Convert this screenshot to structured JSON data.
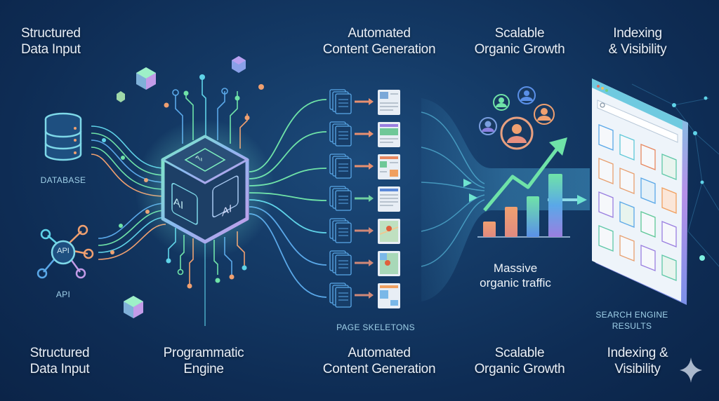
{
  "top_titles": [
    {
      "line1": "Structured",
      "line2": "Data Input"
    },
    {
      "line1": "Automated",
      "line2": "Content Generation"
    },
    {
      "line1": "Scalable",
      "line2": "Organic Growth"
    },
    {
      "line1": "Indexing",
      "line2": "& Visibility"
    }
  ],
  "bottom_titles": [
    {
      "line1": "Structured",
      "line2": "Data Input"
    },
    {
      "line1": "Programmatic",
      "line2": "Engine"
    },
    {
      "line1": "Automated",
      "line2": "Content Generation"
    },
    {
      "line1": "Scalable",
      "line2": "Organic Growth"
    },
    {
      "line1": "Indexing &",
      "line2": "Visibility"
    }
  ],
  "inputs": {
    "database_label": "DATABASE",
    "api_label": "API",
    "api_node_text": "API"
  },
  "engine": {
    "face_text": "AI"
  },
  "page_skeletons_label": "PAGE SKELETONS",
  "traffic": {
    "line1": "Massive",
    "line2": "organic traffic"
  },
  "search_results": {
    "line1": "SEARCH ENGINE",
    "line2": "RESULTS"
  },
  "colors": {
    "background": "#143a66",
    "cyan": "#5fd3e8",
    "green": "#6fe3a8",
    "orange": "#f0a070",
    "purple": "#9a7fe0",
    "blue": "#5aa8e8"
  },
  "icons": [
    "database-icon",
    "api-network-icon",
    "ai-chip-cube-icon",
    "document-stack-icon",
    "page-preview-icon",
    "user-avatar-icon",
    "growth-arrow-icon",
    "bar-chart-icon",
    "browser-window-icon",
    "search-icon",
    "sparkle-icon"
  ]
}
